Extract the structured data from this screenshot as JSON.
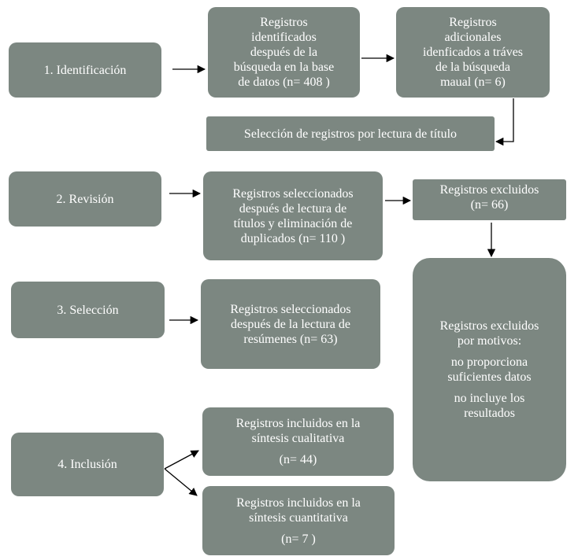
{
  "stages": {
    "identificacion": "1. Identificación",
    "revision": "2. Revisión",
    "seleccion": "3. Selección",
    "inclusion": "4. Inclusión"
  },
  "boxes": {
    "db_records": [
      "Registros",
      "identificados",
      "después de la",
      "búsqueda en la base",
      "de datos (n= 408 )"
    ],
    "manual_records": [
      "Registros",
      "adicionales",
      "idenficados a tráves",
      "de la búsqueda",
      "maual (n= 6)"
    ],
    "title_selection": "Selección de registros por lectura de título",
    "after_duplicates": [
      "Registros seleccionados",
      "después de lectura de",
      "títulos y eliminación de",
      "duplicados (n= 110 )"
    ],
    "excluded": [
      "Registros excluidos",
      "(n= 66)"
    ],
    "after_abstracts": [
      "Registros seleccionados",
      "después de la lectura de",
      "resúmenes (n= 63)"
    ],
    "excluded_reasons": {
      "heading": [
        "Registros excluidos",
        "por motivos:"
      ],
      "reason1": [
        "no proporciona",
        "suficientes datos"
      ],
      "reason2": [
        "no incluye los",
        "resultados"
      ]
    },
    "qualitative": {
      "label": [
        "Registros incluidos en la",
        "síntesis cualitativa"
      ],
      "n": "(n= 44)"
    },
    "quantitative": {
      "label": [
        "Registros incluidos en la",
        "síntesis cuantitativa"
      ],
      "n": "(n= 7 )"
    }
  },
  "colors": {
    "box_fill": "#7c8781",
    "text": "#ffffff",
    "arrow": "#000000"
  }
}
